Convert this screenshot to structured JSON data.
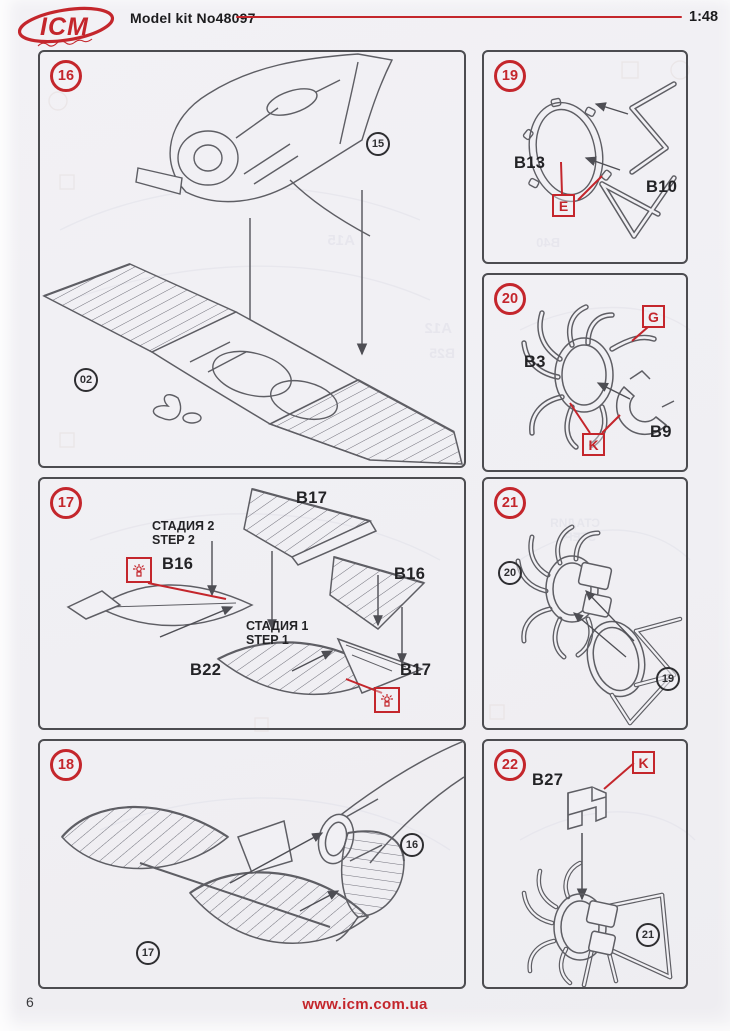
{
  "header": {
    "logo_text": "ICM",
    "title": "Model kit No48097",
    "scale": "1:48"
  },
  "footer": {
    "page_number": "6",
    "website": "www.icm.com.ua"
  },
  "colors": {
    "accent_red": "#c4262c",
    "line_art_gray": "#5e5e64",
    "page_background": "#f0eff3",
    "panel_border": "#4c4c50"
  },
  "icons": {
    "glue_symbol": "glue-applicator-icon"
  },
  "panels": {
    "p16": {
      "step": "16",
      "ref_15": "15",
      "ref_02": "02"
    },
    "p17": {
      "step": "17",
      "b17_top": "B17",
      "b16_left": "B16",
      "b16_right": "B16",
      "b22": "B22",
      "b17_bottom": "B17",
      "stage2_ru": "СТАДИЯ 2",
      "stage2_en": "STEP 2",
      "stage1_ru": "СТАДИЯ 1",
      "stage1_en": "STEP 1"
    },
    "p18": {
      "step": "18",
      "ref_16": "16",
      "ref_17": "17"
    },
    "p19": {
      "step": "19",
      "b13": "B13",
      "b10": "B10",
      "letter_e": "E"
    },
    "p20": {
      "step": "20",
      "b3": "B3",
      "b9": "B9",
      "letter_g": "G",
      "letter_k": "K"
    },
    "p21": {
      "step": "21",
      "ref_20": "20",
      "ref_19": "19"
    },
    "p22": {
      "step": "22",
      "b27": "B27",
      "letter_k": "K",
      "ref_21": "21"
    }
  },
  "ghosts": [
    "A15",
    "A12",
    "B25",
    "B40",
    "СТАДИЯ",
    "STEP"
  ]
}
